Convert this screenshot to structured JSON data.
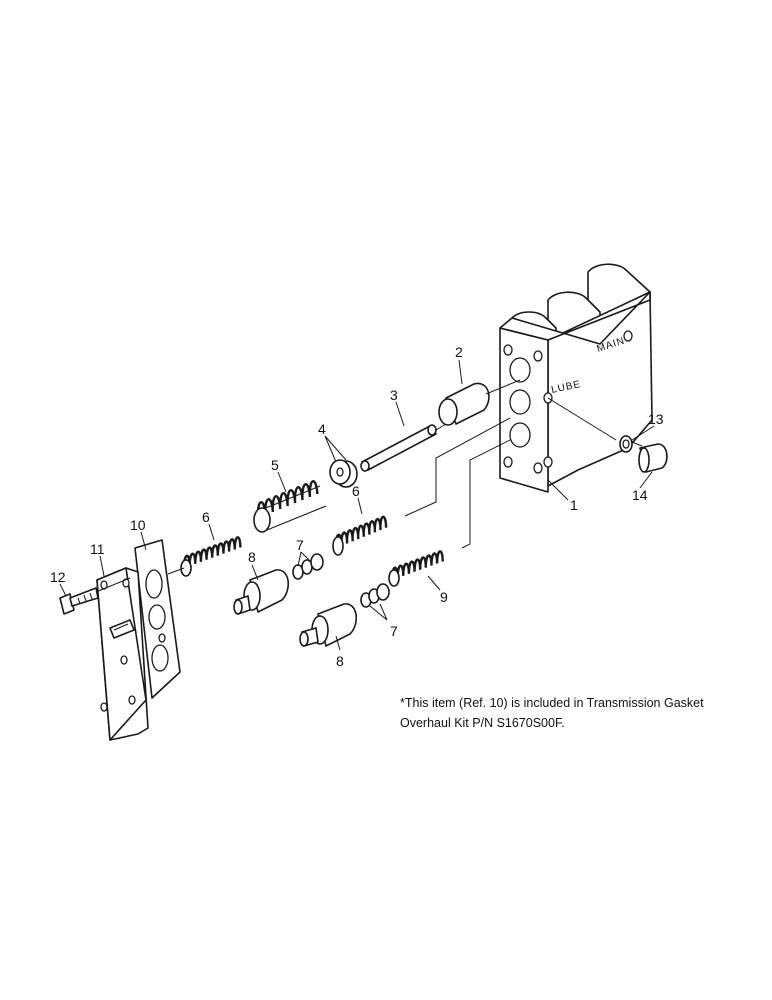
{
  "callouts": {
    "r1": "1",
    "r2": "2",
    "r3": "3",
    "r4": "4",
    "r5": "5",
    "r6a": "6",
    "r6b": "6",
    "r7a": "7",
    "r7b": "7",
    "r8a": "8",
    "r8b": "8",
    "r9": "9",
    "r10": "10",
    "r11": "11",
    "r12": "12",
    "r13": "13",
    "r14": "14"
  },
  "markings": {
    "main": "MAIN",
    "lube": "LUBE"
  },
  "note": {
    "line1": "*This item (Ref. 10) is included in Transmission Gasket",
    "line2": "Overhaul Kit P/N S1670S00F."
  }
}
